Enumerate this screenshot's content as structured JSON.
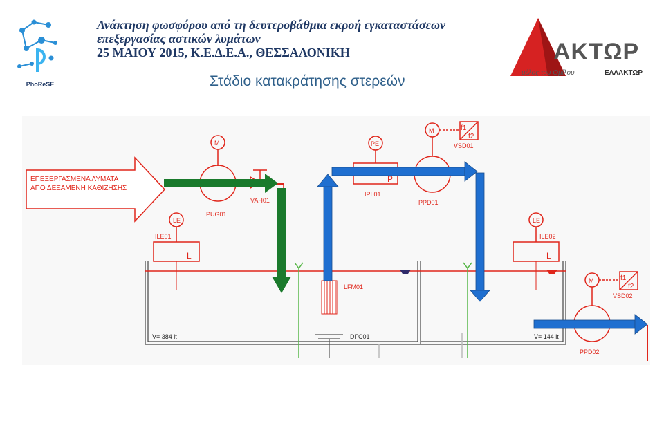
{
  "header": {
    "line1": "Ανάκτηση φωσφόρου από τη δευτεροβάθμια εκροή εγκαταστάσεων",
    "line2": "επεξεργασίας αστικών λυμάτων",
    "line3": "25 ΜΑΙΟΥ 2015, Κ.Ε.Δ.Ε.Α., ΘΕΣΣΑΛΟΝΙΚΗ"
  },
  "logos": {
    "left_text": "PhoReSE",
    "right_brand": "ΑΚΤΩΡ",
    "right_tagline": "μέλος του Ομίλου",
    "right_group": "ΕΛΛΑΚΤΩΡ"
  },
  "slide_title": "Στάδιο κατακράτησης στερεών",
  "diagram": {
    "inflow_line1": "ΕΠΕΞΕΡΓΑΣΜΕΝΑ ΛΥΜΑΤΑ",
    "inflow_line2": "ΑΠΟ ΔΕΞΑΜΕΝΗ ΚΑΘΙΖΗΣΗΣ",
    "pump1_motor": "M",
    "pump1_label": "PUG01",
    "valve_label": "VAH01",
    "pe_label": "PE",
    "ipl_p": "P",
    "ipl_label": "IPL01",
    "pump2_motor": "M",
    "pump2_label": "PPD01",
    "vsd1_f1": "f1",
    "vsd1_f2": "f2",
    "vsd1_label": "VSD01",
    "le1_label": "LE",
    "ile1_label": "ILE01",
    "ile1_l": "L",
    "le2_label": "LE",
    "ile2_label": "ILE02",
    "ile2_l": "L",
    "lfm_label": "LFM01",
    "dfc_label": "DFC01",
    "volume1": "V= 384 lt",
    "volume2": "V= 144 lt",
    "pump3_motor": "M",
    "pump3_label": "PPD02",
    "vsd2_f1": "f1",
    "vsd2_f2": "f2",
    "vsd2_label": "VSD02"
  },
  "colors": {
    "header_text": "#1f3864",
    "title_text": "#2e5f8a",
    "schematic_red": "#e0261b",
    "flow_green": "#1a7a2c",
    "flow_blue": "#1f6fd0",
    "pipe_green": "#59b84a",
    "akt_red": "#d62222"
  }
}
